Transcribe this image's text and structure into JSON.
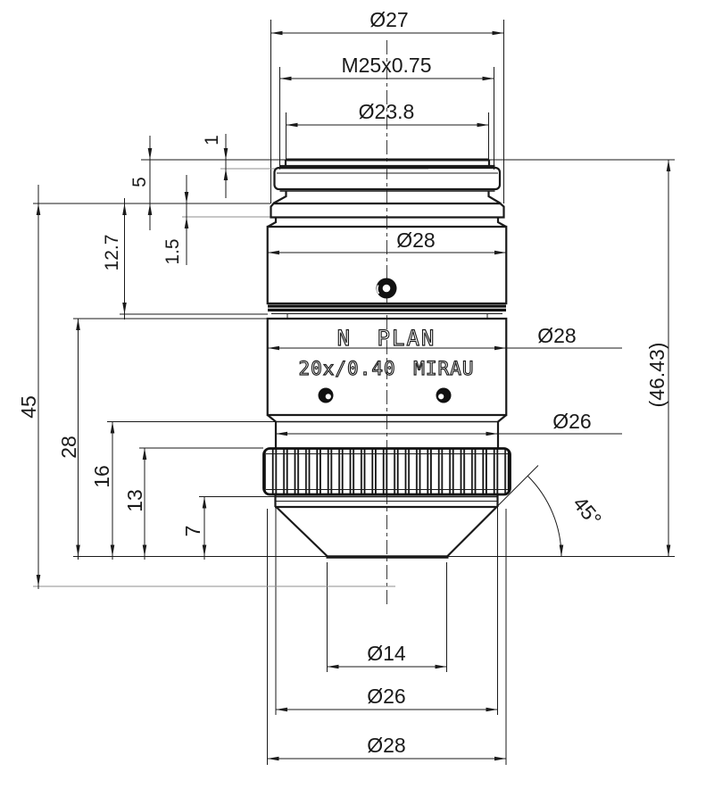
{
  "drawing": {
    "subject": "microscope-objective-technical-drawing",
    "engraving": {
      "line1": "N PLAN",
      "line2": "20x/0.40 MIRAU"
    },
    "dims": {
      "dia27": "Ø27",
      "thread": "M25x0.75",
      "dia23_8": "Ø23.8",
      "dia28_barrel": "Ø28",
      "dia28_mid": "Ø28",
      "dia26_mid": "Ø26",
      "dia14": "Ø14",
      "dia26_bottom": "Ø26",
      "dia28_bottom": "Ø28",
      "h1": "1",
      "h5": "5",
      "h1_5": "1.5",
      "h12_7": "12.7",
      "h45": "45",
      "h28": "28",
      "h16": "16",
      "h13": "13",
      "h7": "7",
      "overall_length": "(46.43)",
      "cone_angle": "45°"
    }
  }
}
